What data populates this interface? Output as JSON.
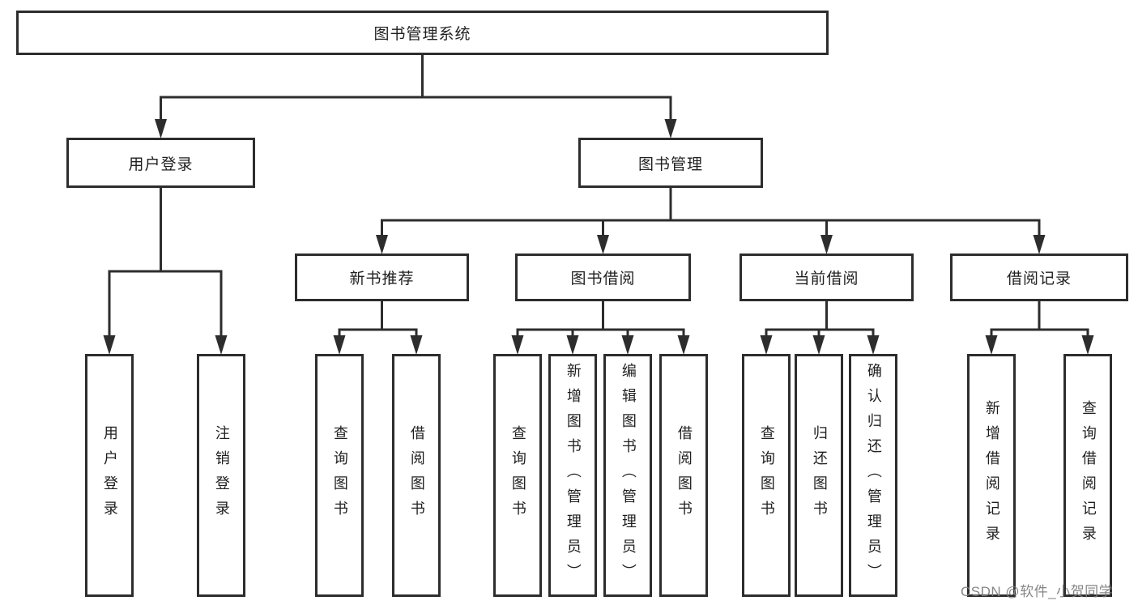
{
  "diagram_title": "图书管理系统",
  "nodes": {
    "root": {
      "label": "图书管理系统"
    },
    "user_login": {
      "label": "用户登录"
    },
    "book_mgmt": {
      "label": "图书管理"
    },
    "new_book_rec": {
      "label": "新书推荐"
    },
    "book_borrow": {
      "label": "图书借阅"
    },
    "current_borrow": {
      "label": "当前借阅"
    },
    "borrow_records": {
      "label": "借阅记录"
    },
    "leaf_user_login": {
      "label": "用户登录"
    },
    "leaf_logout": {
      "label": "注销登录"
    },
    "nbr_query": {
      "label": "查询图书"
    },
    "nbr_borrow": {
      "label": "借阅图书"
    },
    "bb_query": {
      "label": "查询图书"
    },
    "bb_add": {
      "label": "新增图书（管理员）"
    },
    "bb_edit": {
      "label": "编辑图书（管理员）"
    },
    "bb_borrow": {
      "label": "借阅图书"
    },
    "cb_query": {
      "label": "查询图书"
    },
    "cb_return": {
      "label": "归还图书"
    },
    "cb_confirm": {
      "label": "确认归还（管理员）"
    },
    "br_add": {
      "label": "新增借阅记录"
    },
    "br_query": {
      "label": "查询借阅记录"
    }
  },
  "edges": [
    {
      "from": "root",
      "to": [
        "user_login",
        "book_mgmt"
      ]
    },
    {
      "from": "user_login",
      "to": [
        "leaf_user_login",
        "leaf_logout"
      ]
    },
    {
      "from": "book_mgmt",
      "to": [
        "new_book_rec",
        "book_borrow",
        "current_borrow",
        "borrow_records"
      ]
    },
    {
      "from": "new_book_rec",
      "to": [
        "nbr_query",
        "nbr_borrow"
      ]
    },
    {
      "from": "book_borrow",
      "to": [
        "bb_query",
        "bb_add",
        "bb_edit",
        "bb_borrow"
      ]
    },
    {
      "from": "current_borrow",
      "to": [
        "cb_query",
        "cb_return",
        "cb_confirm"
      ]
    },
    {
      "from": "borrow_records",
      "to": [
        "br_add",
        "br_query"
      ]
    }
  ],
  "watermark": "CSDN @软件_小贺同学",
  "colors": {
    "line": "#2d2d2d",
    "text": "#1f1f1f",
    "watermark": "#808080",
    "background": "#ffffff"
  }
}
